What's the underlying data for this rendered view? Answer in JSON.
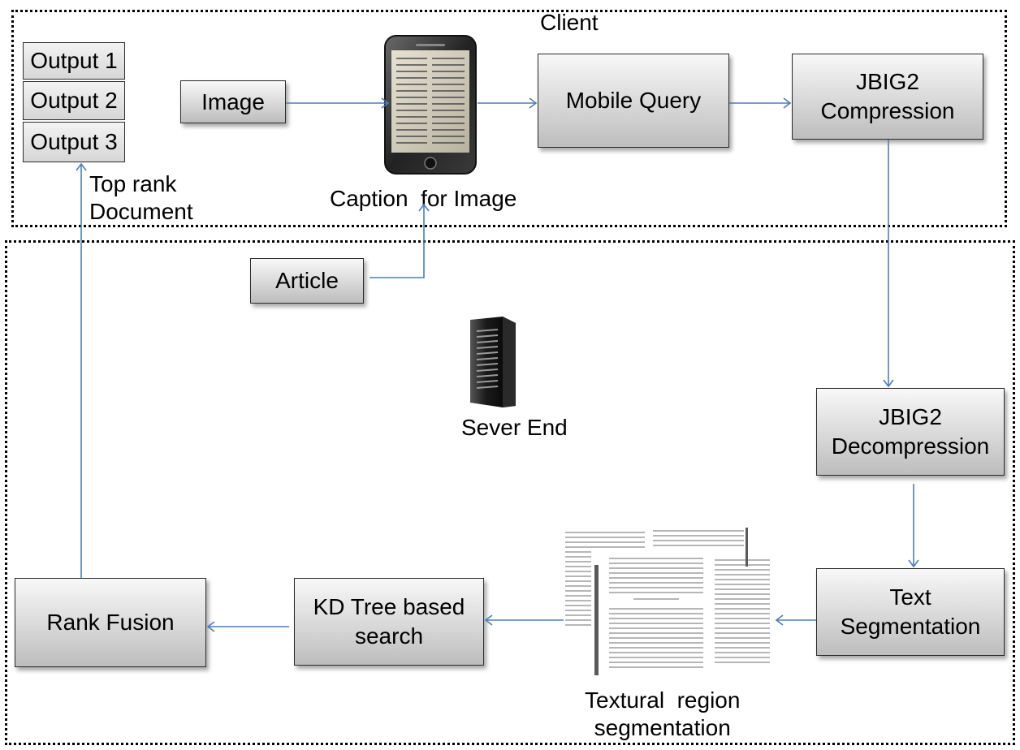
{
  "client": {
    "label": "Client"
  },
  "server": {
    "label": "Sever End"
  },
  "outputs": [
    "Output 1",
    "Output 2",
    "Output 3"
  ],
  "top_rank_label": "Top rank\nDocument",
  "boxes": {
    "image": "Image",
    "mobile_query": "Mobile Query",
    "jbig2_compression": "JBIG2\nCompression",
    "article": "Article",
    "jbig2_decompression": "JBIG2\nDecompression",
    "text_segmentation": "Text\nSegmentation",
    "kd_tree": "KD Tree based\nsearch",
    "rank_fusion": "Rank Fusion"
  },
  "phone_caption": "Caption  for Image",
  "textural_caption": "Textural  region\nsegmentation",
  "colors": {
    "arrow": "#4a7ebb",
    "border": "#000000",
    "box_dark": "#bdbdbd",
    "box_light": "#f8f8f8"
  },
  "icons": [
    "smartphone-icon",
    "server-tower-icon",
    "document-pages-icon"
  ]
}
